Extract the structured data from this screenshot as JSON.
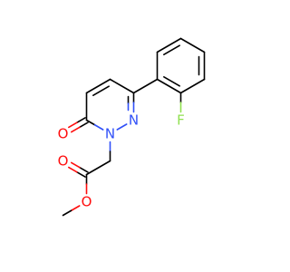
{
  "molecule": {
    "atoms": {
      "fluorine": "F",
      "nitrogen_ring_upper": "N",
      "nitrogen_ring_lower": "N",
      "carbonyl_oxygen_ring": "O",
      "ester_carbonyl_oxygen": "O",
      "ester_ether_oxygen": "O"
    },
    "colors": {
      "carbon_bond": "#000000",
      "oxygen": "#ff0d0d",
      "nitrogen": "#3050f8",
      "fluorine": "#90e050"
    }
  }
}
